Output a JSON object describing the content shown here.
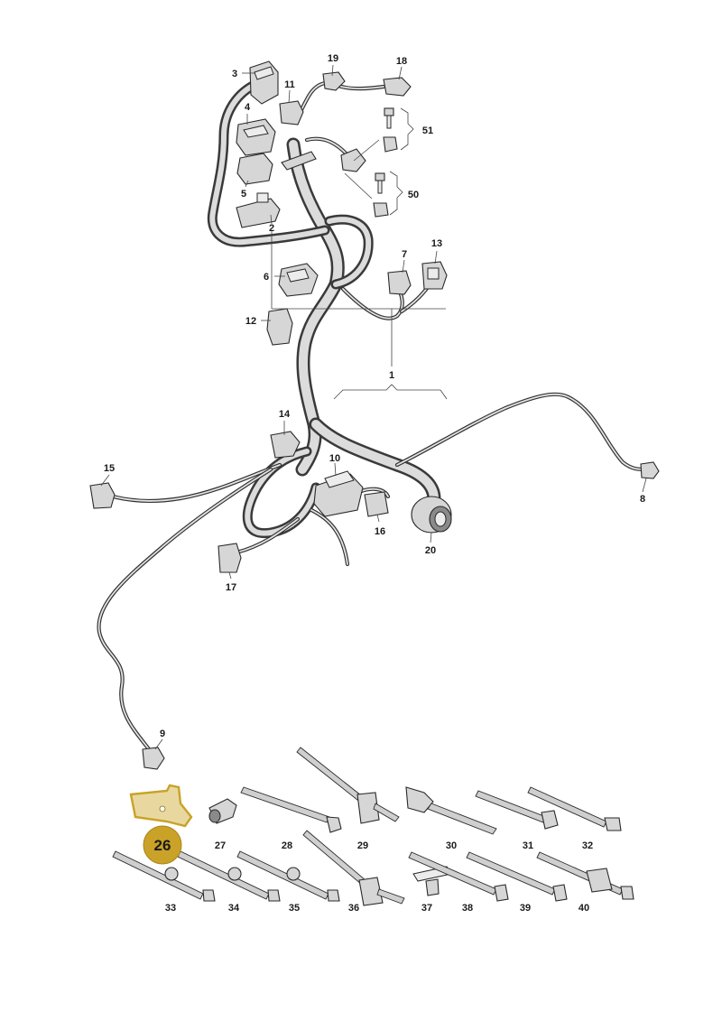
{
  "diagram": {
    "callouts": [
      {
        "id": "1",
        "text": "1"
      },
      {
        "id": "2",
        "text": "2"
      },
      {
        "id": "3",
        "text": "3"
      },
      {
        "id": "4",
        "text": "4"
      },
      {
        "id": "5",
        "text": "5"
      },
      {
        "id": "6",
        "text": "6"
      },
      {
        "id": "7",
        "text": "7"
      },
      {
        "id": "8",
        "text": "8"
      },
      {
        "id": "9",
        "text": "9"
      },
      {
        "id": "10",
        "text": "10"
      },
      {
        "id": "11",
        "text": "11"
      },
      {
        "id": "12",
        "text": "12"
      },
      {
        "id": "13",
        "text": "13"
      },
      {
        "id": "14",
        "text": "14"
      },
      {
        "id": "15",
        "text": "15"
      },
      {
        "id": "16",
        "text": "16"
      },
      {
        "id": "17",
        "text": "17"
      },
      {
        "id": "18",
        "text": "18"
      },
      {
        "id": "19",
        "text": "19"
      },
      {
        "id": "20",
        "text": "20"
      },
      {
        "id": "26",
        "text": "26"
      },
      {
        "id": "27",
        "text": "27"
      },
      {
        "id": "28",
        "text": "28"
      },
      {
        "id": "29",
        "text": "29"
      },
      {
        "id": "30",
        "text": "30"
      },
      {
        "id": "31",
        "text": "31"
      },
      {
        "id": "32",
        "text": "32"
      },
      {
        "id": "33",
        "text": "33"
      },
      {
        "id": "34",
        "text": "34"
      },
      {
        "id": "35",
        "text": "35"
      },
      {
        "id": "36",
        "text": "36"
      },
      {
        "id": "37",
        "text": "37"
      },
      {
        "id": "38",
        "text": "38"
      },
      {
        "id": "39",
        "text": "39"
      },
      {
        "id": "40",
        "text": "40"
      },
      {
        "id": "50",
        "text": "50"
      },
      {
        "id": "51",
        "text": "51"
      }
    ],
    "highlight": {
      "part": "26",
      "badge_fill": "#c9a227",
      "outline_color": "#c9a227"
    },
    "colors": {
      "harness": "#3a3a3a",
      "part_fill": "#d6d6d6",
      "background": "#ffffff"
    }
  }
}
